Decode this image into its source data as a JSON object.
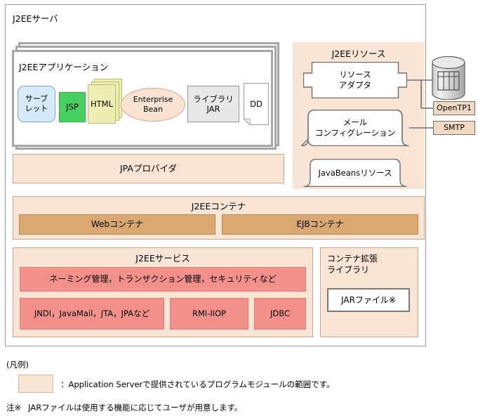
{
  "diagram": {
    "server": {
      "title": "J2EEサーバ"
    },
    "application": {
      "title": "J2EEアプリケーション",
      "modules": [
        {
          "name": "servlet",
          "label_line1": "サーブ",
          "label_line2": "レット"
        },
        {
          "name": "jsp",
          "label": "JSP"
        },
        {
          "name": "html",
          "label": "HTML"
        },
        {
          "name": "enterprise-bean",
          "label_line1": "Enterprise",
          "label_line2": "Bean"
        },
        {
          "name": "library-jar",
          "label_line1": "ライブラリ",
          "label_line2": "JAR"
        },
        {
          "name": "dd",
          "label": "DD"
        }
      ]
    },
    "jpa_provider": {
      "label": "JPAプロバイダ"
    },
    "j2ee_container": {
      "title": "J2EEコンテナ",
      "web_container": "Webコンテナ",
      "ejb_container": "EJBコンテナ"
    },
    "j2ee_services": {
      "title": "J2EEサービス",
      "row1": "ネーミング管理，トランザクション管理，セキュリティなど",
      "jndi": "JNDI，JavaMail，JTA，JPAなど",
      "rmi": "RMI-IIOP",
      "jdbc": "JDBC"
    },
    "extension_library": {
      "title_line1": "コンテナ拡張",
      "title_line2": "ライブラリ",
      "jar_file": "JARファイル※"
    },
    "j2ee_resources": {
      "title": "J2EEリソース",
      "resource_adapter_line1": "リソース",
      "resource_adapter_line2": "アダプタ",
      "mail_config_line1": "メール",
      "mail_config_line2": "コンフィグレーション",
      "javabeans_resource": "JavaBeansリソース"
    },
    "external": {
      "database": "database-cylinder",
      "opentp1": "OpenTP1",
      "smtp": "SMTP"
    },
    "legend": {
      "heading": "(凡例)",
      "swatch_description": "：Application Serverで提供されているプログラムモジュールの範囲です。",
      "note_marker": "注※",
      "note_text": "JARファイルは使用する機能に応じてユーザが用意します。"
    },
    "colors": {
      "panel_beige": "#f9e5d6",
      "container_tan": "#d9a873",
      "service_pink": "#f2918c",
      "servlet_blue": "#d6eaf8",
      "jsp_green": "#49d063",
      "html_yellow": "#eeeeb4",
      "bean_peach": "#fae3d3",
      "jar_gray": "#e8e8e8",
      "external_tan": "#f2d9c4"
    }
  }
}
